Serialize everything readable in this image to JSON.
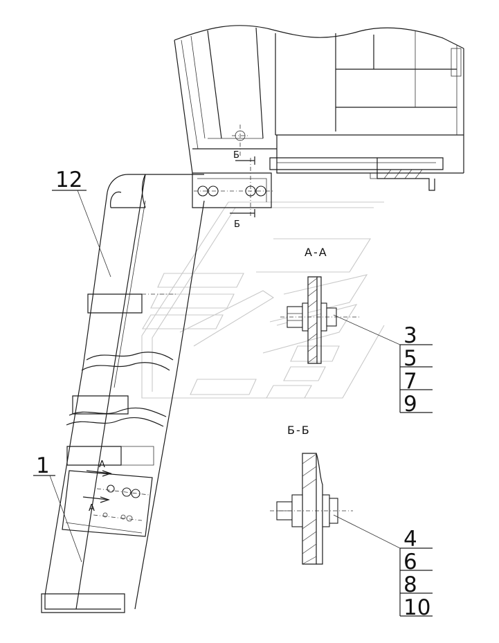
{
  "callouts": {
    "p12": "12",
    "p1": "1",
    "p3": "3",
    "p5": "5",
    "p7": "7",
    "p9": "9",
    "p4": "4",
    "p6": "6",
    "p8": "8",
    "p10": "10"
  },
  "sections": {
    "aa_title": "А-А",
    "bb_title": "Б-Б"
  },
  "marks": {
    "a_upper": "А",
    "a_lower": "А",
    "b_upper": "Б",
    "b_lower": "Б"
  }
}
